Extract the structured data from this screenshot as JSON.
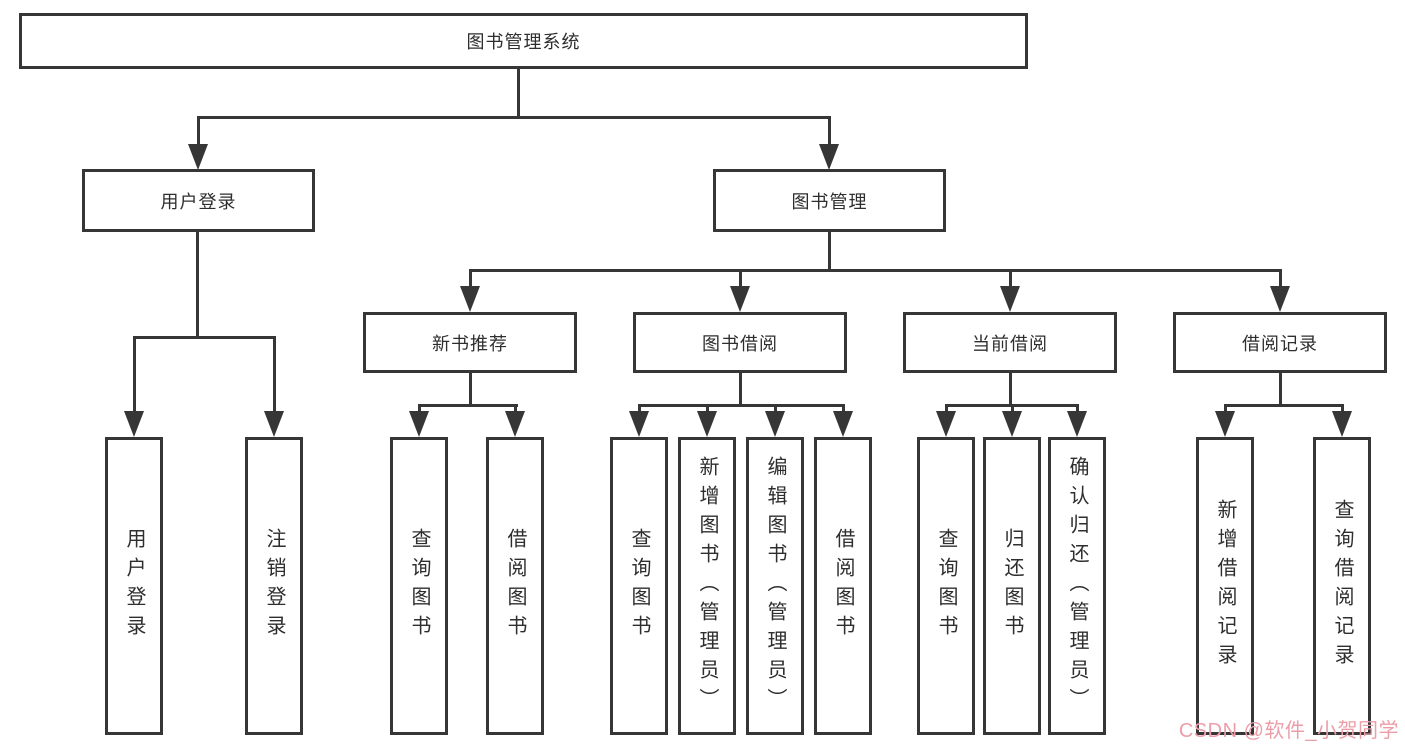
{
  "colors": {
    "line": "#363636",
    "text": "#2e2e2e",
    "watermark_pink": "#ec9ea8",
    "background": "#ffffff"
  },
  "tree": {
    "root": {
      "label": "图书管理系统"
    },
    "children": [
      {
        "label": "用户登录",
        "children": [
          {
            "label": "用户登录"
          },
          {
            "label": "注销登录"
          }
        ]
      },
      {
        "label": "图书管理",
        "children": [
          {
            "label": "新书推荐",
            "children": [
              {
                "label": "查询图书"
              },
              {
                "label": "借阅图书"
              }
            ]
          },
          {
            "label": "图书借阅",
            "children": [
              {
                "label": "查询图书"
              },
              {
                "label": "新增图书（管理员）"
              },
              {
                "label": "编辑图书（管理员）"
              },
              {
                "label": "借阅图书"
              }
            ]
          },
          {
            "label": "当前借阅",
            "children": [
              {
                "label": "查询图书"
              },
              {
                "label": "归还图书"
              },
              {
                "label": "确认归还（管理员）"
              }
            ]
          },
          {
            "label": "借阅记录",
            "children": [
              {
                "label": "新增借阅记录"
              },
              {
                "label": "查询借阅记录"
              }
            ]
          }
        ]
      }
    ]
  },
  "watermark": {
    "text": "CSDN @软件_小贺同学"
  }
}
